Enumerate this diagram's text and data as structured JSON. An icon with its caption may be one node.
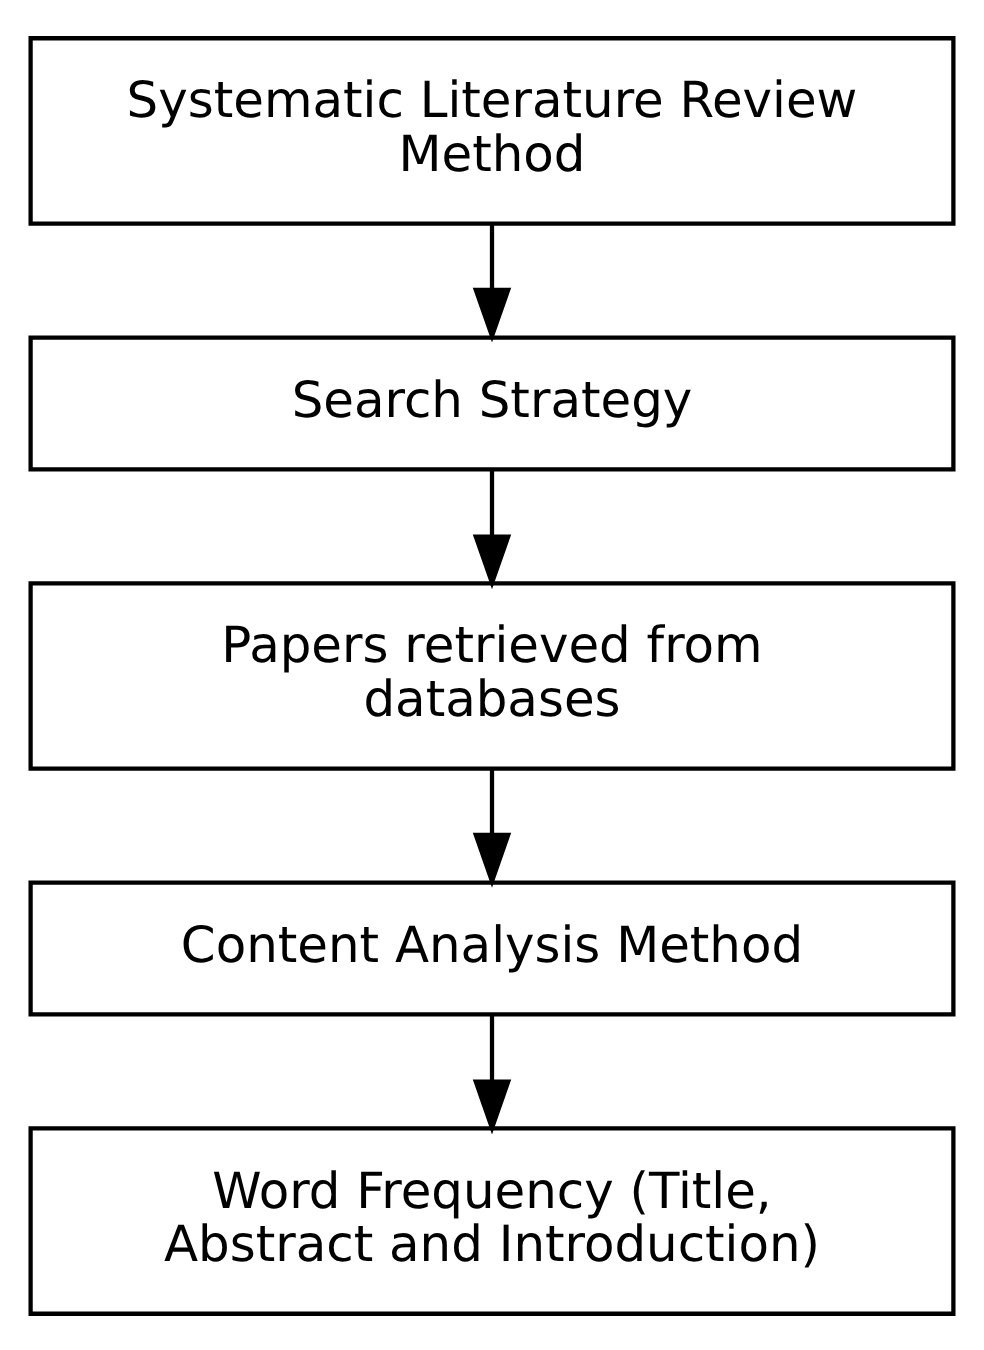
{
  "diagram": {
    "nodes": [
      {
        "text": [
          "Systematic Literature Review Method"
        ]
      },
      {
        "text": [
          "Search Strategy"
        ]
      },
      {
        "text": [
          "Papers retrieved from databases"
        ]
      },
      {
        "text": [
          "Content Analysis Method"
        ]
      },
      {
        "text": [
          "Word Frequency (Title, Abstract and Introduction)"
        ]
      }
    ],
    "edges": [
      {
        "from": 0,
        "to": 1,
        "arrow": "to"
      },
      {
        "from": 1,
        "to": 2,
        "arrow": "to"
      },
      {
        "from": 2,
        "to": 3,
        "arrow": "to"
      },
      {
        "from": 3,
        "to": 4,
        "arrow": "to"
      }
    ]
  }
}
